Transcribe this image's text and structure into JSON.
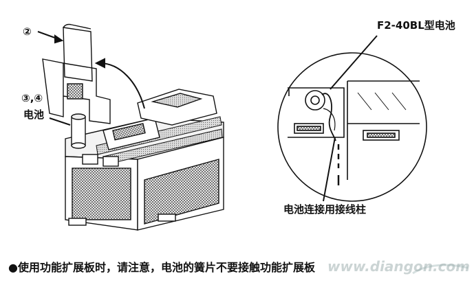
{
  "labels": {
    "step_2": "②",
    "step_3_4": "③,④",
    "battery": "电池",
    "battery_model": "F2-40BL型电池",
    "battery_terminal": "电池连接用接线柱"
  },
  "caption": "使用功能扩展板时，请注意，电池的簧片不要接触功能扩展板",
  "caption_bullet": "●",
  "watermark": "www.diangon.com"
}
